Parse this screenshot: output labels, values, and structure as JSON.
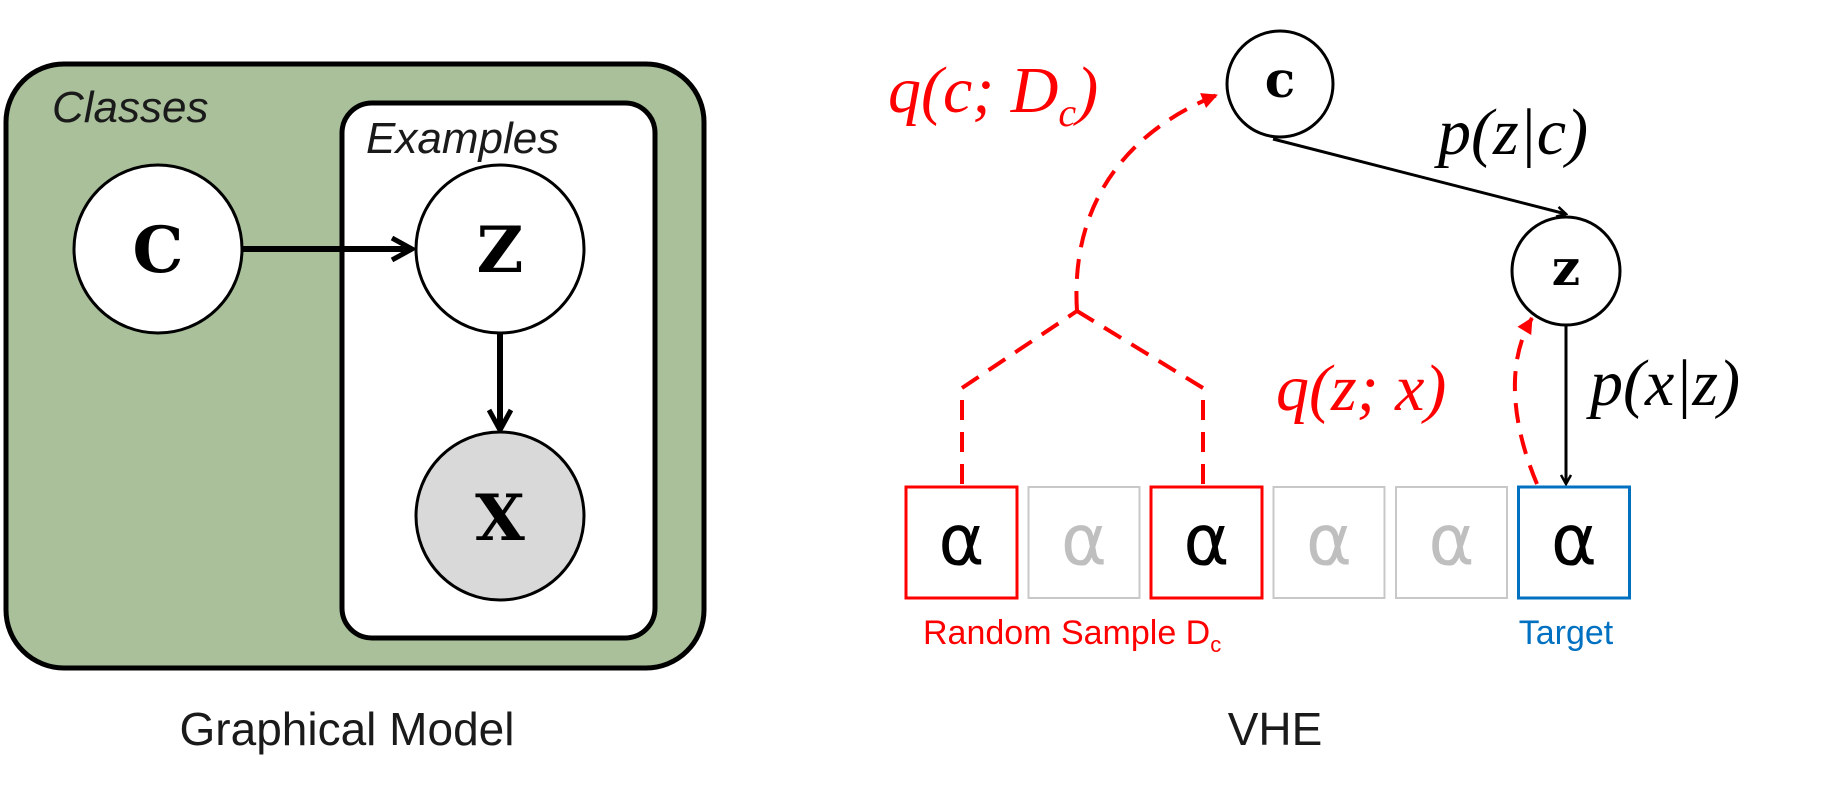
{
  "left_panel": {
    "outer_plate_label": "Classes",
    "inner_plate_label": "Examples",
    "node_c": "C",
    "node_z": "Z",
    "node_x": "X",
    "caption": "Graphical Model",
    "colors": {
      "outer_plate": "#a9c09a",
      "observed_node": "#d9d9d9"
    }
  },
  "right_panel": {
    "node_c": "c",
    "node_z": "z",
    "label_q_c": "q(c; D",
    "label_q_c_sub": "c",
    "label_q_c_close": ")",
    "label_p_zc": "p(z|c)",
    "label_q_zx": "q(z; x)",
    "label_p_xz": "p(x|z)",
    "samples": [
      {
        "glyph": "α",
        "state": "selected"
      },
      {
        "glyph": "α",
        "state": "unselected"
      },
      {
        "glyph": "α",
        "state": "selected"
      },
      {
        "glyph": "α",
        "state": "unselected"
      },
      {
        "glyph": "α",
        "state": "unselected"
      },
      {
        "glyph": "α",
        "state": "target"
      }
    ],
    "random_sample_label": "Random Sample D",
    "random_sample_sub": "c",
    "target_label": "Target",
    "caption": "VHE",
    "colors": {
      "inference": "#ff0000",
      "target": "#0070c0",
      "unselected_border": "#c8c8c8",
      "unselected_glyph": "#bfbfbf"
    }
  }
}
